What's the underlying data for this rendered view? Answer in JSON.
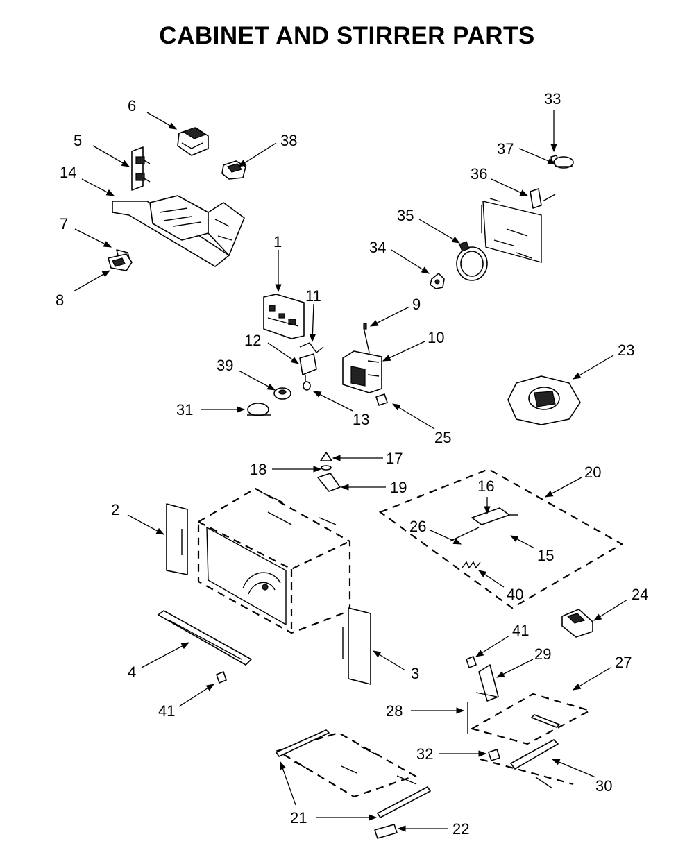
{
  "title": "CABINET AND STIRRER PARTS",
  "callouts": [
    {
      "id": "c6",
      "label": "6"
    },
    {
      "id": "c5",
      "label": "5"
    },
    {
      "id": "c38",
      "label": "38"
    },
    {
      "id": "c14",
      "label": "14"
    },
    {
      "id": "c7",
      "label": "7"
    },
    {
      "id": "c8",
      "label": "8"
    },
    {
      "id": "c1",
      "label": "1"
    },
    {
      "id": "c11",
      "label": "11"
    },
    {
      "id": "c12",
      "label": "12"
    },
    {
      "id": "c39",
      "label": "39"
    },
    {
      "id": "c31",
      "label": "31"
    },
    {
      "id": "c13",
      "label": "13"
    },
    {
      "id": "c9",
      "label": "9"
    },
    {
      "id": "c10",
      "label": "10"
    },
    {
      "id": "c25",
      "label": "25"
    },
    {
      "id": "c33",
      "label": "33"
    },
    {
      "id": "c37",
      "label": "37"
    },
    {
      "id": "c36",
      "label": "36"
    },
    {
      "id": "c35",
      "label": "35"
    },
    {
      "id": "c34",
      "label": "34"
    },
    {
      "id": "c23",
      "label": "23"
    },
    {
      "id": "c17",
      "label": "17"
    },
    {
      "id": "c18",
      "label": "18"
    },
    {
      "id": "c19",
      "label": "19"
    },
    {
      "id": "c2",
      "label": "2"
    },
    {
      "id": "c20",
      "label": "20"
    },
    {
      "id": "c16",
      "label": "16"
    },
    {
      "id": "c26",
      "label": "26"
    },
    {
      "id": "c15",
      "label": "15"
    },
    {
      "id": "c40",
      "label": "40"
    },
    {
      "id": "c24",
      "label": "24"
    },
    {
      "id": "c4",
      "label": "4"
    },
    {
      "id": "c41a",
      "label": "41"
    },
    {
      "id": "c3",
      "label": "3"
    },
    {
      "id": "c41b",
      "label": "41"
    },
    {
      "id": "c29",
      "label": "29"
    },
    {
      "id": "c27",
      "label": "27"
    },
    {
      "id": "c28",
      "label": "28"
    },
    {
      "id": "c32",
      "label": "32"
    },
    {
      "id": "c30",
      "label": "30"
    },
    {
      "id": "c21",
      "label": "21"
    },
    {
      "id": "c22",
      "label": "22"
    }
  ]
}
